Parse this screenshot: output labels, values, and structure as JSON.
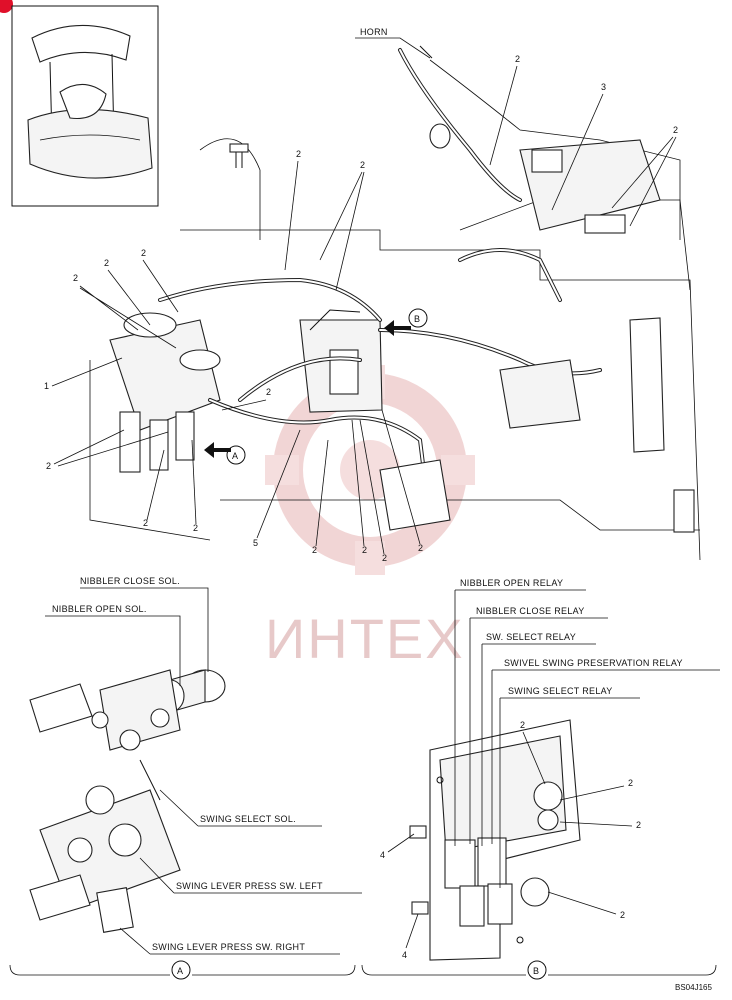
{
  "main_view": {
    "horn_label": "HORN",
    "callout_a": "A",
    "callout_b": "B",
    "part_numbers": {
      "n1": "1",
      "n2": "2",
      "n3": "3",
      "n5": "5"
    }
  },
  "detail_a": {
    "callout": "A",
    "labels": {
      "nibbler_close_sol": "NIBBLER CLOSE SOL.",
      "nibbler_open_sol": "NIBBLER OPEN SOL.",
      "swing_select_sol": "SWING SELECT SOL.",
      "swing_lever_left": "SWING LEVER PRESS SW. LEFT",
      "swing_lever_right": "SWING LEVER PRESS SW. RIGHT"
    }
  },
  "detail_b": {
    "callout": "B",
    "labels": {
      "nibbler_open_relay": "NIBBLER OPEN RELAY",
      "nibbler_close_relay": "NIBBLER CLOSE RELAY",
      "sw_select_relay": "SW. SELECT RELAY",
      "swivel_swing_relay": "SWIVEL SWING PRESERVATION RELAY",
      "swing_select_relay": "SWING SELECT RELAY"
    },
    "part_numbers": {
      "n2": "2",
      "n4": "4"
    }
  },
  "watermark": "ИНТЕХ",
  "figure_code": "BS04J165",
  "colors": {
    "watermark": "#e7c9c9",
    "corner_mark": "#e0102a",
    "line": "#111111"
  }
}
